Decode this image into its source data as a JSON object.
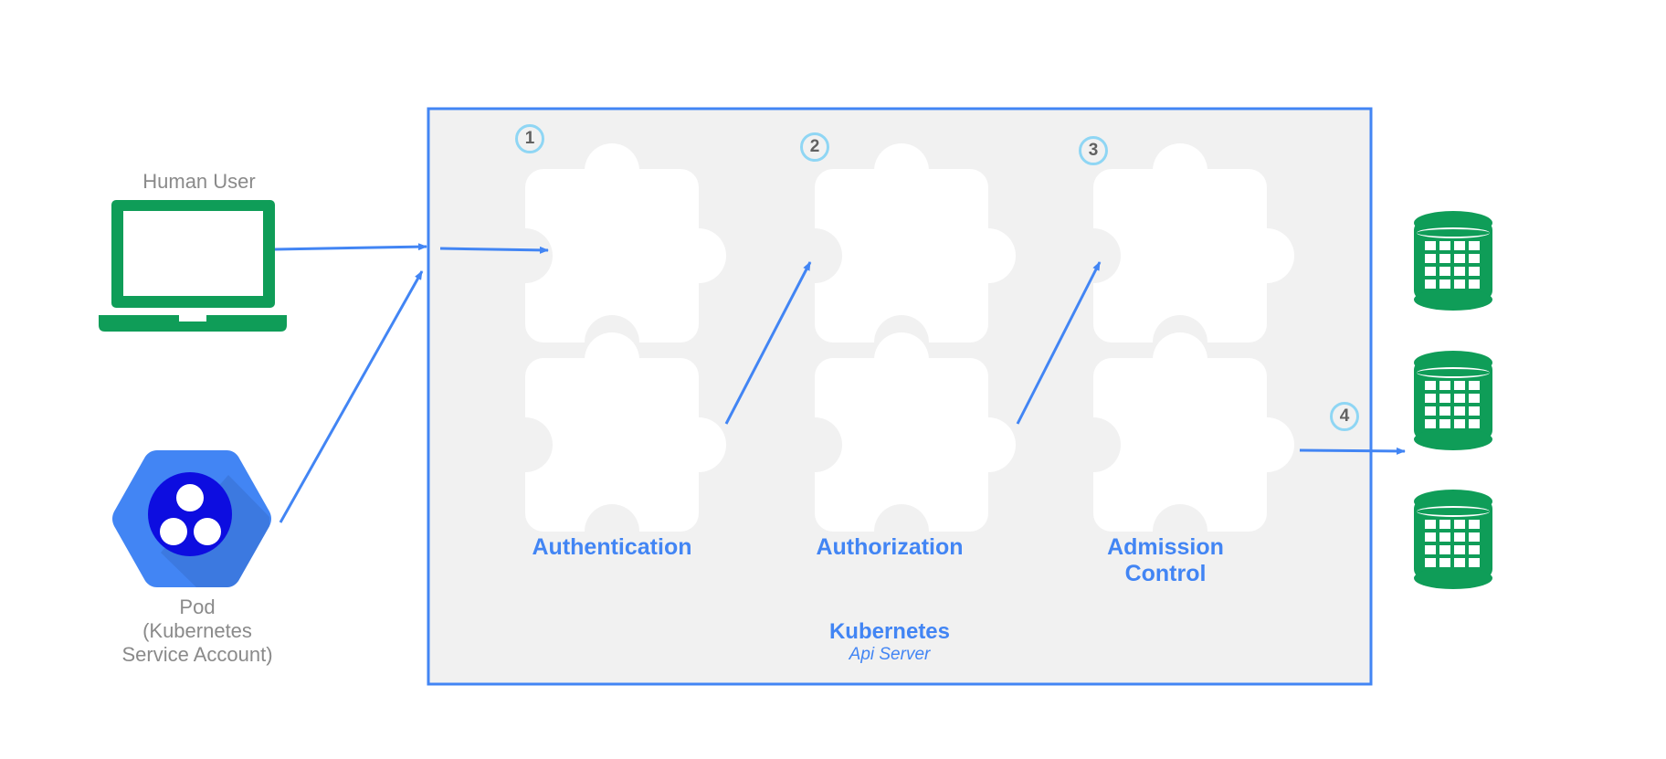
{
  "actors": {
    "human_user": "Human User",
    "pod": [
      "Pod",
      "(Kubernetes",
      "Service Account)"
    ]
  },
  "server": {
    "title": "Kubernetes",
    "subtitle": "Api Server"
  },
  "stages": {
    "authentication": "Authentication",
    "authorization": "Authorization",
    "admission": [
      "Admission",
      "Control"
    ]
  },
  "steps": [
    "1",
    "2",
    "3",
    "4"
  ],
  "icons": [
    "laptop-icon",
    "pod-hexagon-icon",
    "puzzle-piece-icon",
    "database-icon"
  ],
  "colors": {
    "accent": "#4285f4",
    "server_bg": "#f1f1f1",
    "green": "#0f9d58",
    "step_ring": "#8fd6f4",
    "pod_hex": "#4285f4",
    "pod_inner": "#0d0de0"
  }
}
